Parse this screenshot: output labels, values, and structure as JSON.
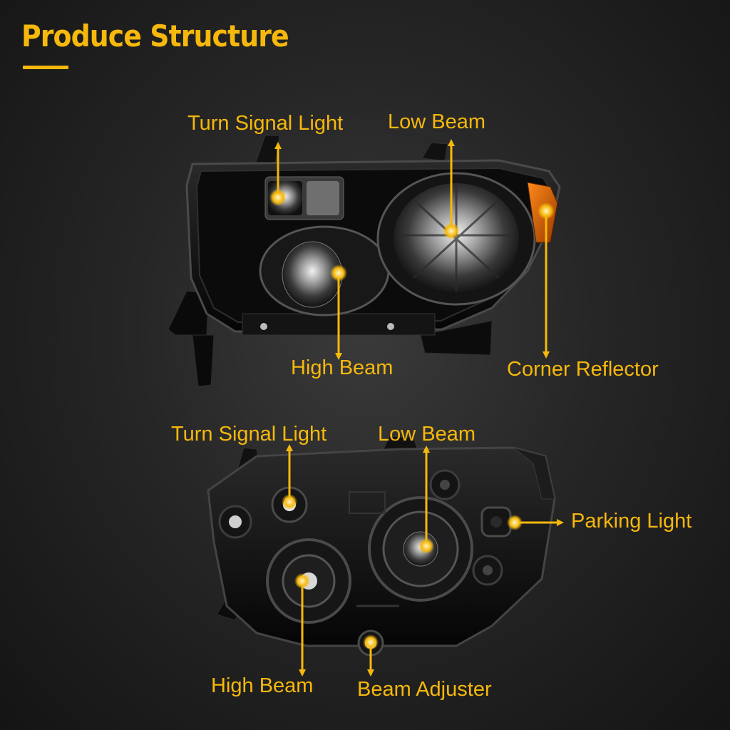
{
  "header": {
    "title": "Produce Structure"
  },
  "front_view": {
    "labels": {
      "turn_signal": "Turn Signal Light",
      "low_beam": "Low Beam",
      "high_beam": "High Beam",
      "corner_reflector": "Corner Reflector"
    }
  },
  "rear_view": {
    "labels": {
      "turn_signal": "Turn Signal Light",
      "low_beam": "Low Beam",
      "parking_light": "Parking Light",
      "high_beam": "High Beam",
      "beam_adjuster": "Beam Adjuster"
    }
  },
  "colors": {
    "accent": "#f6b80c",
    "housing": "#0d0d0d",
    "reflector": "#c45a00"
  }
}
